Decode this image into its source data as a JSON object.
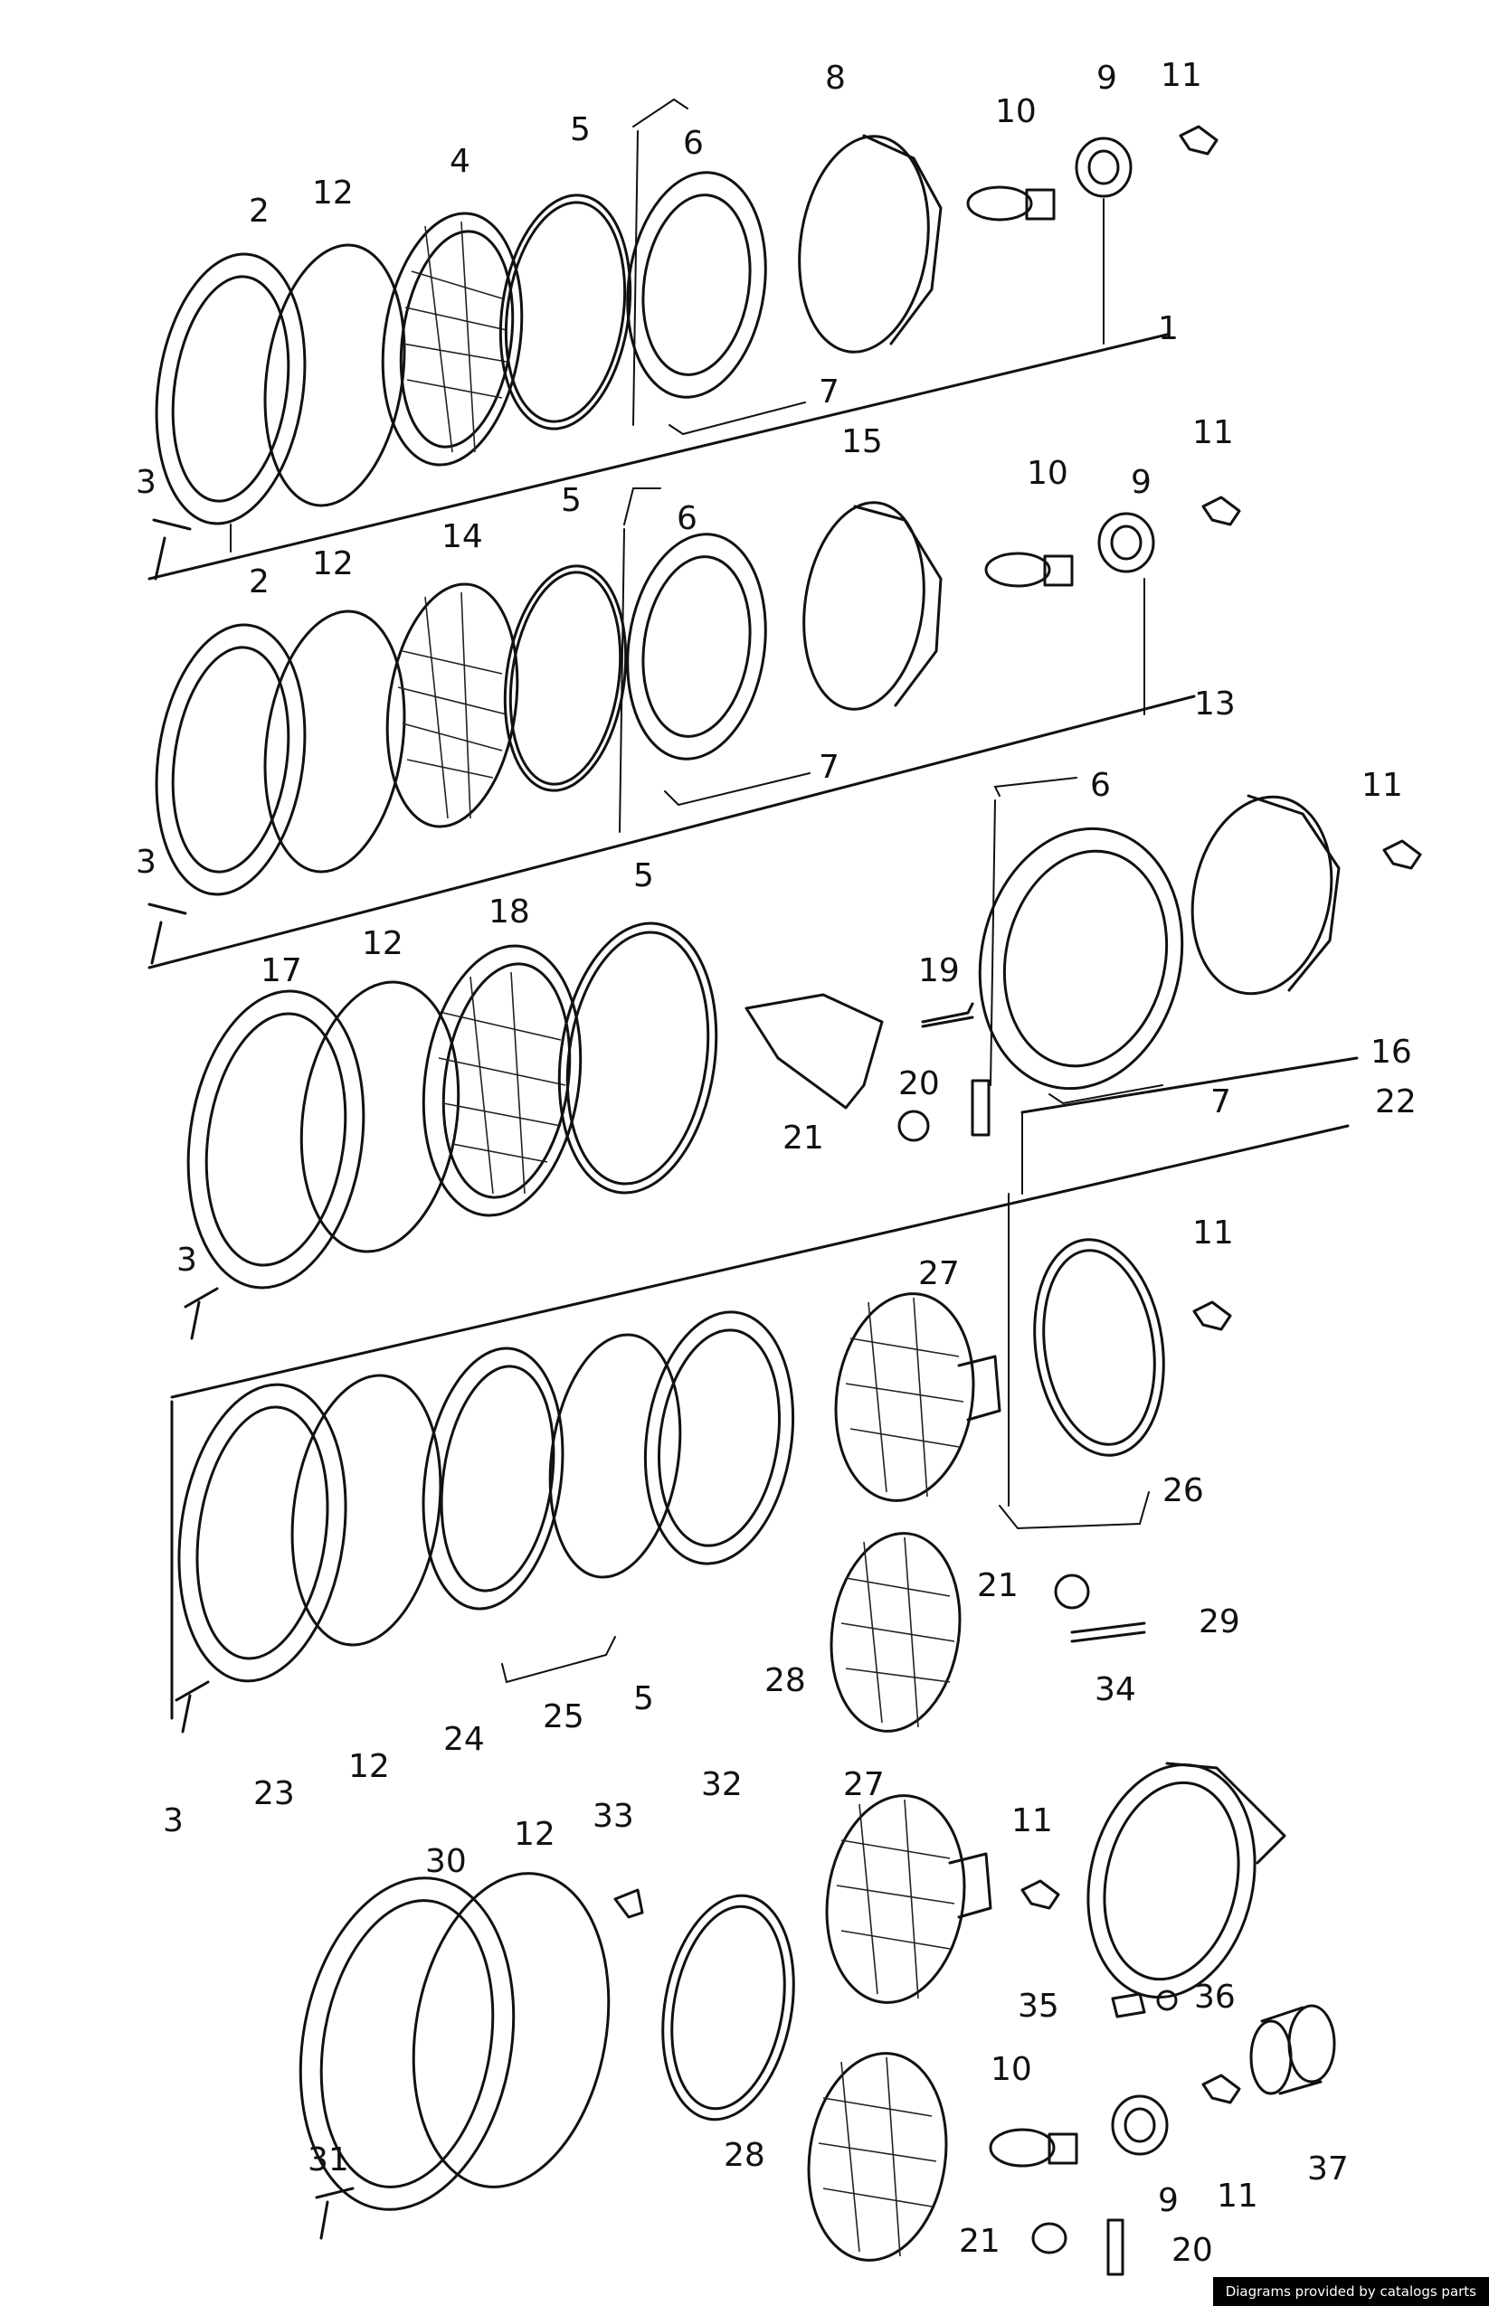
{
  "watermark": "Diagrams provided by catalogs parts",
  "labels": [
    "1",
    "2",
    "3",
    "4",
    "5",
    "6",
    "7",
    "8",
    "9",
    "10",
    "11",
    "12",
    "13",
    "14",
    "15",
    "16",
    "17",
    "18",
    "19",
    "20",
    "21",
    "22",
    "23",
    "24",
    "25",
    "26",
    "27",
    "28",
    "29",
    "30",
    "31",
    "32",
    "33",
    "34",
    "35",
    "36",
    "37"
  ]
}
